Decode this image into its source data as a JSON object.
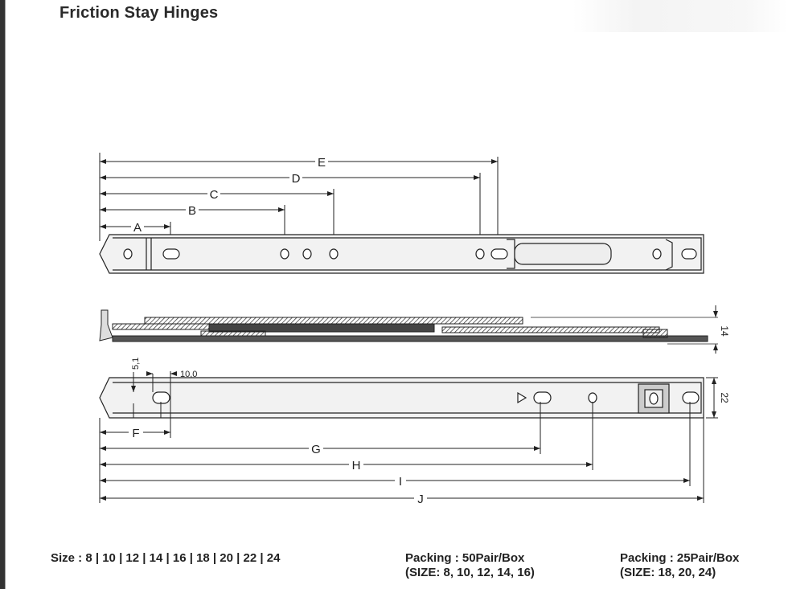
{
  "title": "Friction Stay Hinges",
  "dimensions": {
    "a": "A",
    "b": "B",
    "c": "C",
    "d": "D",
    "e": "E",
    "f": "F",
    "g": "G",
    "h": "H",
    "i": "I",
    "j": "J",
    "height_side": "14",
    "width_bar": "22",
    "slot_height": "5,1",
    "slot_width": "10,0"
  },
  "footer": {
    "sizes": "Size : 8 | 10 | 12 | 14 | 16 | 18 | 20 | 22 | 24",
    "packing_1_line1": "Packing : 50Pair/Box",
    "packing_1_line2": "(SIZE: 8, 10, 12, 14, 16)",
    "packing_2_line1": "Packing : 25Pair/Box",
    "packing_2_line2": "(SIZE: 18, 20, 24)"
  }
}
